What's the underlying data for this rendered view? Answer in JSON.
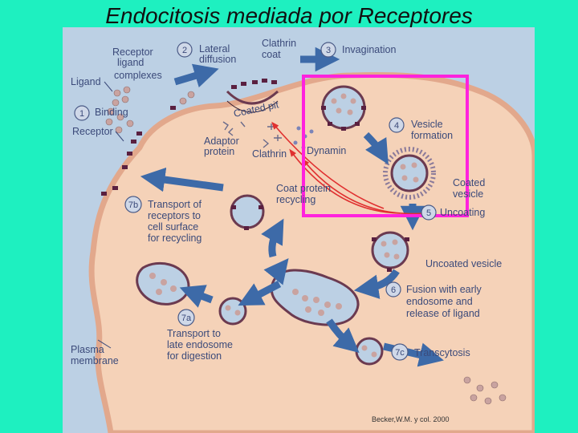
{
  "title": "Endocitosis mediada por Receptores",
  "labels": {
    "receptor_ligand": [
      "Receptor",
      "ligand",
      "complexes"
    ],
    "lateral_diffusion": [
      "Lateral",
      "diffusion"
    ],
    "clathrin_coat": [
      "Clathrin",
      "coat"
    ],
    "invagination": "Invagination",
    "ligand": "Ligand",
    "binding": "Binding",
    "receptor": "Receptor",
    "coated_pit": "Coated pit",
    "adaptor_protein": [
      "Adaptor",
      "protein"
    ],
    "clathrin": "Clathrin",
    "dynamin": "Dynamin",
    "vesicle_formation": [
      "Vesicle",
      "formation"
    ],
    "coated_vesicle": [
      "Coated",
      "vesicle"
    ],
    "coat_protein_recycling": [
      "Coat protein",
      "recycling"
    ],
    "uncoating": "Uncoating",
    "transport_recycling": [
      "Transport of",
      "receptors to",
      "cell surface",
      "for recycling"
    ],
    "uncoated_vesicle": "Uncoated vesicle",
    "fusion": [
      "Fusion with early",
      "endosome and",
      "release of ligand"
    ],
    "transport_late": [
      "Transport to",
      "late endosome",
      "for digestion"
    ],
    "plasma_membrane": [
      "Plasma",
      "membrane"
    ],
    "transcytosis": "Transcytosis"
  },
  "steps": {
    "s1": "1",
    "s2": "2",
    "s3": "3",
    "s4": "4",
    "s5": "5",
    "s6": "6",
    "s7a": "7a",
    "s7b": "7b",
    "s7c": "7c"
  },
  "credit": "Becker,W.M. y col. 2000",
  "colors": {
    "background": "#1ef0c0",
    "cell": "#f5d2b8",
    "membrane": "#e2a88c",
    "highlight_box": "#ff22dd",
    "arrow": "#3d6aa8",
    "red_arrow": "#e03030"
  }
}
